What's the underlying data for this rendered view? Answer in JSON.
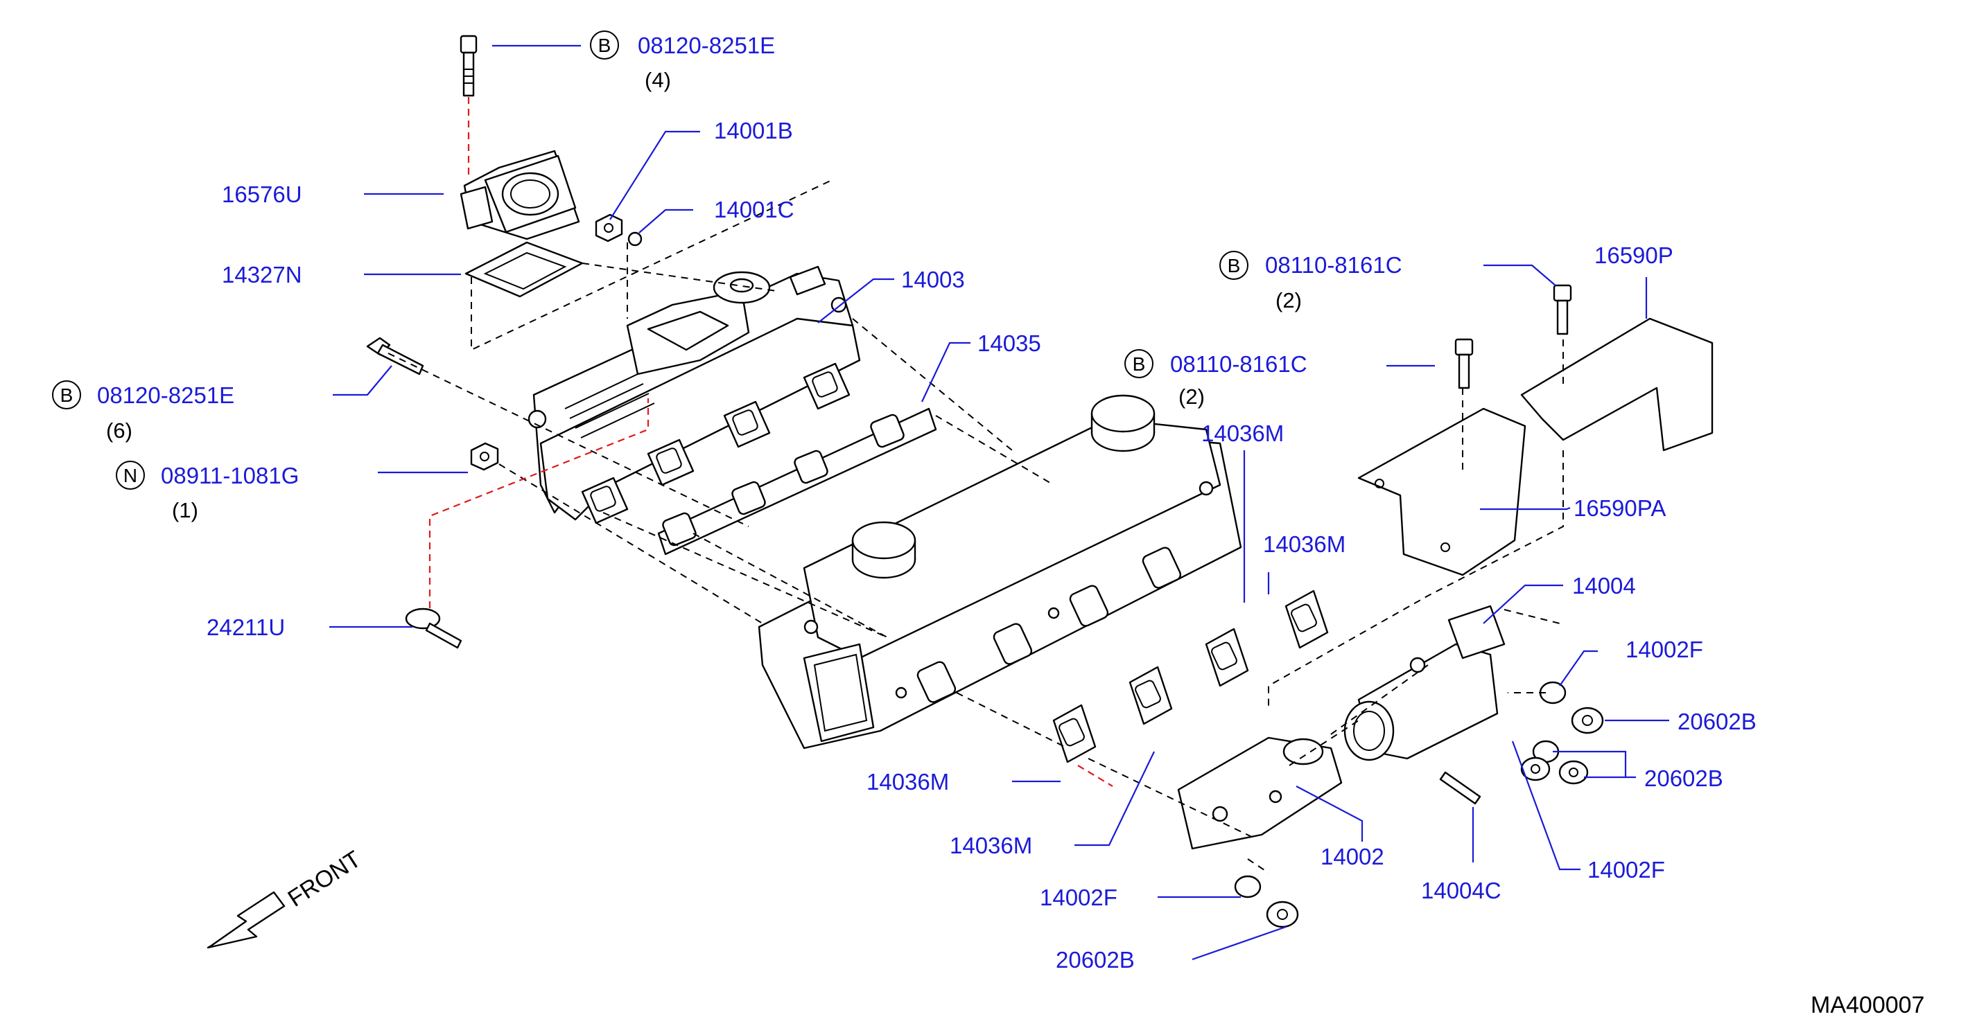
{
  "labels": {
    "l_08120_top": "08120-8251E",
    "q_08120_top": "(4)",
    "l_14001B": "14001B",
    "l_16576U": "16576U",
    "l_14001C": "14001C",
    "l_14327N": "14327N",
    "l_14003": "14003",
    "l_14035": "14035",
    "l_08120_left": "08120-8251E",
    "q_08120_left": "(6)",
    "l_08911": "08911-1081G",
    "q_08911": "(1)",
    "l_24211U": "24211U",
    "l_08110_a": "08110-8161C",
    "q_08110_a": "(2)",
    "l_16590P": "16590P",
    "l_08110_b": "08110-8161C",
    "q_08110_b": "(2)",
    "l_14036M_a": "14036M",
    "l_16590PA": "16590PA",
    "l_14036M_b": "14036M",
    "l_14004": "14004",
    "l_14002F_a": "14002F",
    "l_20602B_a": "20602B",
    "l_20602B_b": "20602B",
    "l_14036M_c": "14036M",
    "l_14036M_d": "14036M",
    "l_14002": "14002",
    "l_14004C": "14004C",
    "l_14002F_b": "14002F",
    "l_14002F_c": "14002F",
    "l_20602B_c": "20602B"
  },
  "symbols": {
    "b1": "B",
    "b2": "B",
    "b3": "B",
    "b4": "B",
    "n1": "N"
  },
  "front_text": "FRONT",
  "diagram_code": "MA400007",
  "colors": {
    "label": "#1a1ad9",
    "line": "#000000",
    "red_dash": "#e01a1a"
  }
}
